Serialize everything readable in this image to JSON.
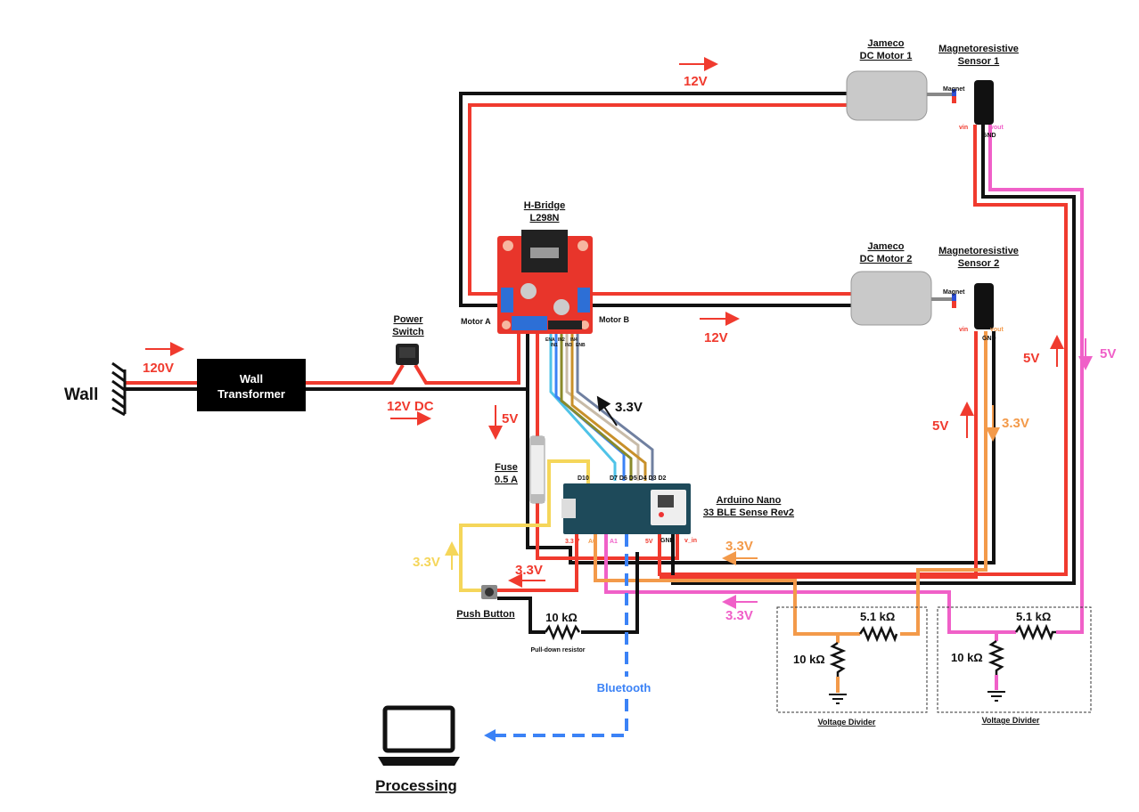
{
  "colors": {
    "power_12v": "#f03a2e",
    "ground": "#111111",
    "sensor1_signal": "#f060c8",
    "sensor2_signal": "#f39a4a",
    "button_3v3": "#f5d65a",
    "bluetooth": "#3b82f6",
    "hbridge_board": "#e8352b"
  },
  "labels": {
    "wall": "Wall",
    "wall_transformer_1": "Wall",
    "wall_transformer_2": "Transformer",
    "v120": "120V",
    "v12dc": "12V DC",
    "power_switch_1": "Power",
    "power_switch_2": "Switch",
    "hbridge_1": "H-Bridge",
    "hbridge_2": "L298N",
    "motor_a": "Motor A",
    "motor_b": "Motor B",
    "hbridge_pins": [
      "ENA",
      "IN1",
      "IN2",
      "IN3",
      "IN4",
      "ENB"
    ],
    "motor1_1": "Jameco",
    "motor1_2": "DC Motor 1",
    "motor2_1": "Jameco",
    "motor2_2": "DC Motor 2",
    "sensor1_1": "Magnetoresistive",
    "sensor1_2": "Sensor 1",
    "sensor2_1": "Magnetoresistive",
    "sensor2_2": "Sensor 2",
    "magnet": "Magnet",
    "vin": "vin",
    "vout": "vout",
    "gnd": "GND",
    "v12_top": "12V",
    "v12_mid": "12V",
    "v5_hb": "5V",
    "v33_hb": "3.3V",
    "fuse_1": "Fuse",
    "fuse_2": "0.5 A",
    "arduino_1": "Arduino Nano",
    "arduino_2": "33 BLE Sense Rev2",
    "pin_d10": "D10",
    "pins_top": "D7 D6 D5 D4 D3 D2",
    "pin_33": "3.3 V",
    "pin_a0": "A0",
    "pin_a1": "A1",
    "pin_5v": "5V",
    "pin_gnd": "GND",
    "pin_vin": "v_in",
    "v33_yellow": "3.3V",
    "v33_red": "3.3V",
    "v33_orange": "3.3V",
    "v33_pink": "3.3V",
    "v5_s2": "5V",
    "v33_s2": "3.3V",
    "v5_s1": "5V",
    "v5_pink": "5V",
    "push_button": "Push Button",
    "pulldown_value": "10 kΩ",
    "pulldown_label": "Pull-down resistor",
    "bluetooth": "Bluetooth",
    "processing": "Processing",
    "vd1_r1": "5.1 kΩ",
    "vd1_r2": "10 kΩ",
    "vd1_label": "Voltage Divider",
    "vd2_r1": "5.1 kΩ",
    "vd2_r2": "10 kΩ",
    "vd2_label": "Voltage Divider"
  }
}
